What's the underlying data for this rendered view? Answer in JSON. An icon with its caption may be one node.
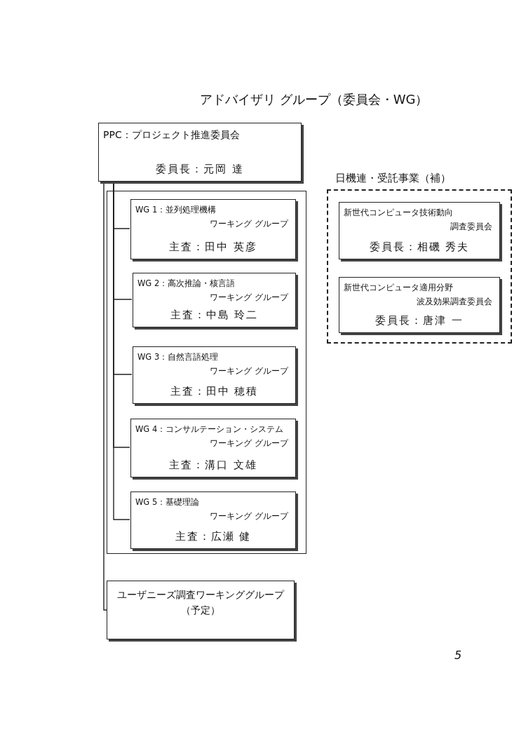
{
  "diagram": {
    "title": "アドバイザリ グループ（委員会・WG）",
    "nodes": [
      {
        "text": [
          "PPC：プロジェクト推進委員会",
          "委員長：元岡 達"
        ]
      },
      {
        "text": [],
        "shape": "box"
      },
      {
        "text": [
          "WG 1：並列処理機構",
          "ワーキング グループ",
          "主査：田中 英彦"
        ],
        "in": 1
      },
      {
        "text": [
          "WG 2：高次推論・核言語",
          "ワーキング グループ",
          "主査：中島 玲二"
        ],
        "in": 1
      },
      {
        "text": [
          "WG 3：自然言語処理",
          "ワーキング グループ",
          "主査：田中 穂積"
        ],
        "in": 1
      },
      {
        "text": [
          "WG 4：コンサルテーション・システム",
          "ワーキング グループ",
          "主査：溝口 文雄"
        ],
        "in": 1
      },
      {
        "text": [
          "WG 5：基礎理論",
          "ワーキング グループ",
          "主査：広瀬 健"
        ],
        "in": 1
      },
      {
        "text": [
          "日機連・受託事業（補）"
        ]
      },
      {
        "text": [
          "新世代コンピュータ技術動向",
          "調査委員会",
          "委員長：相磯 秀夫"
        ],
        "in": 7
      },
      {
        "text": [
          "新世代コンピュータ適用分野",
          "波及効果調査委員会",
          "委員長：唐津 一"
        ],
        "in": 7
      },
      {
        "text": [
          "ユーザニーズ調査ワーキンググループ",
          "（予定）"
        ]
      }
    ],
    "edges": [
      {
        "from": 0,
        "to": 2,
        "arrow": "none"
      },
      {
        "from": 0,
        "to": 3,
        "arrow": "none"
      },
      {
        "from": 0,
        "to": 4,
        "arrow": "none"
      },
      {
        "from": 0,
        "to": 5,
        "arrow": "none"
      },
      {
        "from": 0,
        "to": 6,
        "arrow": "none"
      },
      {
        "from": 0,
        "to": 10,
        "arrow": "none"
      }
    ],
    "labels": [
      "5"
    ]
  }
}
